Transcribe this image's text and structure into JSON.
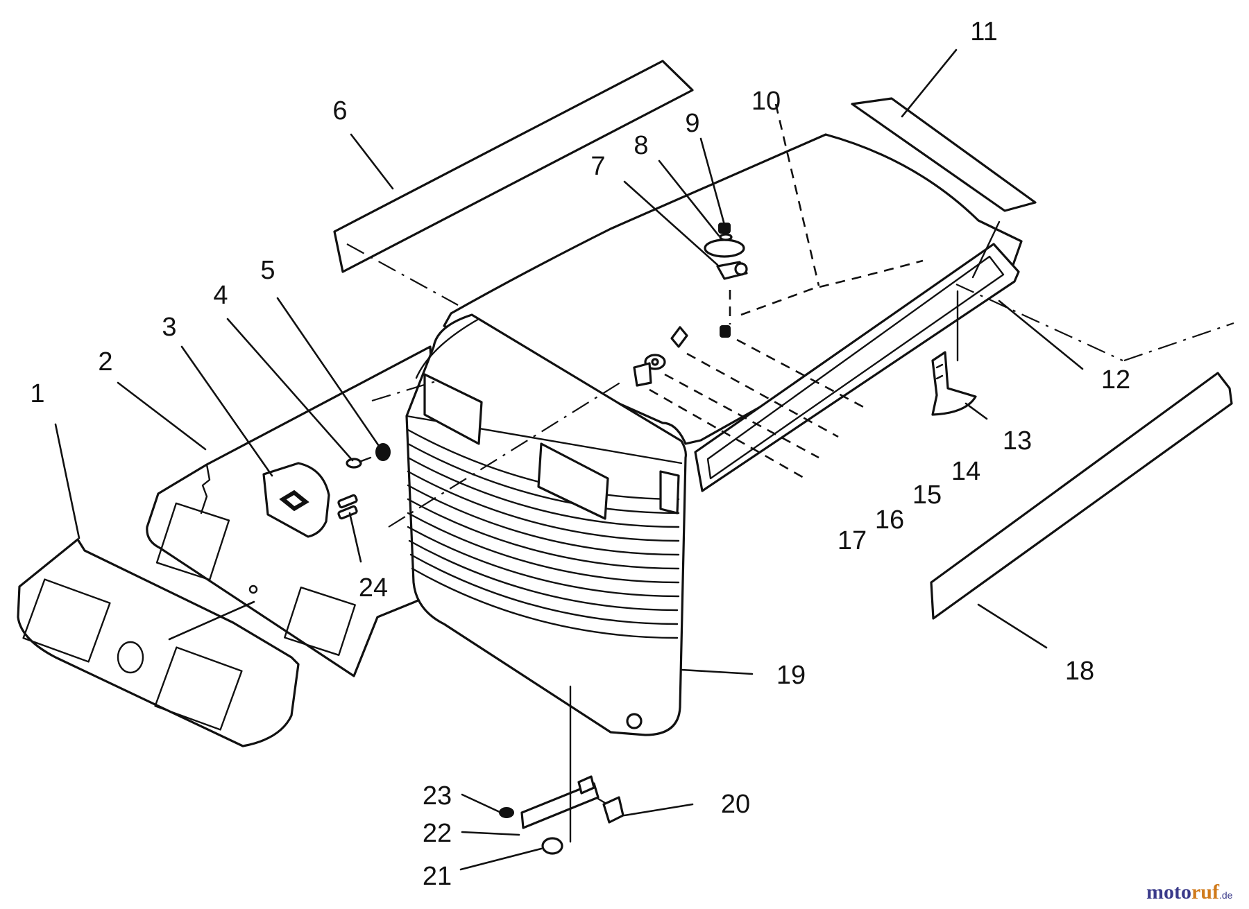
{
  "diagram": {
    "callouts": [
      "1",
      "2",
      "3",
      "4",
      "5",
      "6",
      "7",
      "8",
      "9",
      "10",
      "11",
      "12",
      "13",
      "14",
      "15",
      "16",
      "17",
      "18",
      "19",
      "20",
      "21",
      "22",
      "23",
      "24"
    ]
  },
  "watermark": {
    "brand_a": "moto",
    "brand_b": "ruf",
    "tld": ".de"
  },
  "colors": {
    "line": "#111111",
    "background": "#ffffff",
    "watermark_blue": "#3a3a8a",
    "watermark_orange": "#d07a1a"
  }
}
